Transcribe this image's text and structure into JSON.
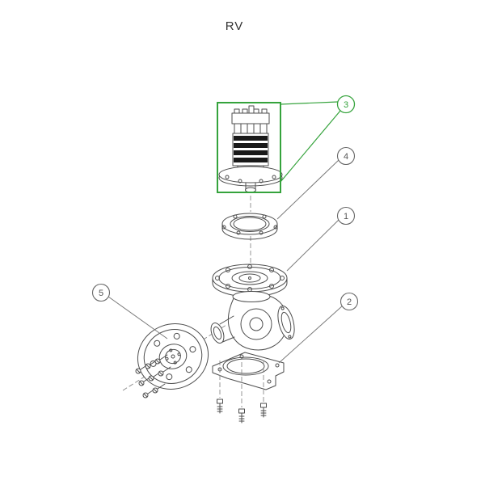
{
  "title": "RV",
  "highlight_color": "#35a33c",
  "callouts": [
    {
      "id": "1",
      "highlighted": false
    },
    {
      "id": "2",
      "highlighted": false
    },
    {
      "id": "3",
      "highlighted": true
    },
    {
      "id": "4",
      "highlighted": false
    },
    {
      "id": "5",
      "highlighted": false
    }
  ]
}
